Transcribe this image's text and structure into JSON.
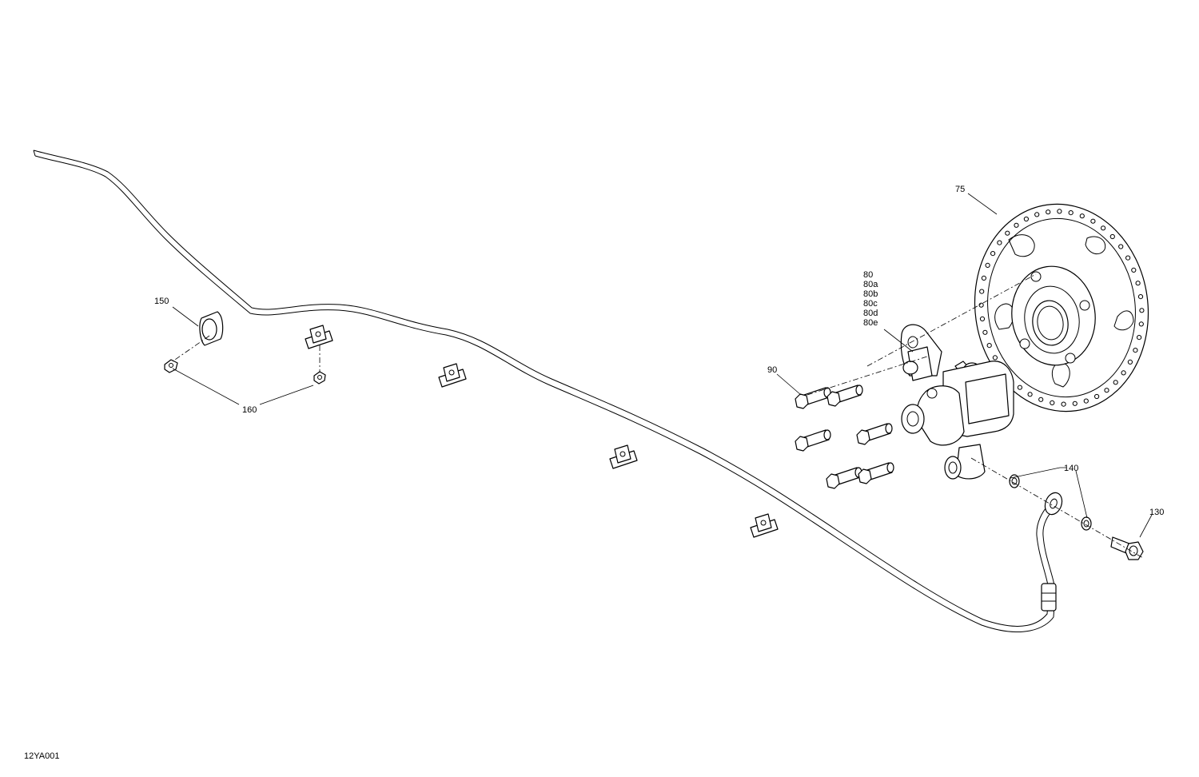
{
  "diagram": {
    "drawing_code": "12YA001",
    "callouts": {
      "disc": "75",
      "caliper": [
        "80",
        "80a",
        "80b",
        "80c",
        "80d",
        "80e"
      ],
      "caliper_bolts": "90",
      "banjo_bolt": "130",
      "sealing_washers": "140",
      "hose_clip": "150",
      "clip_nut": "160"
    }
  }
}
